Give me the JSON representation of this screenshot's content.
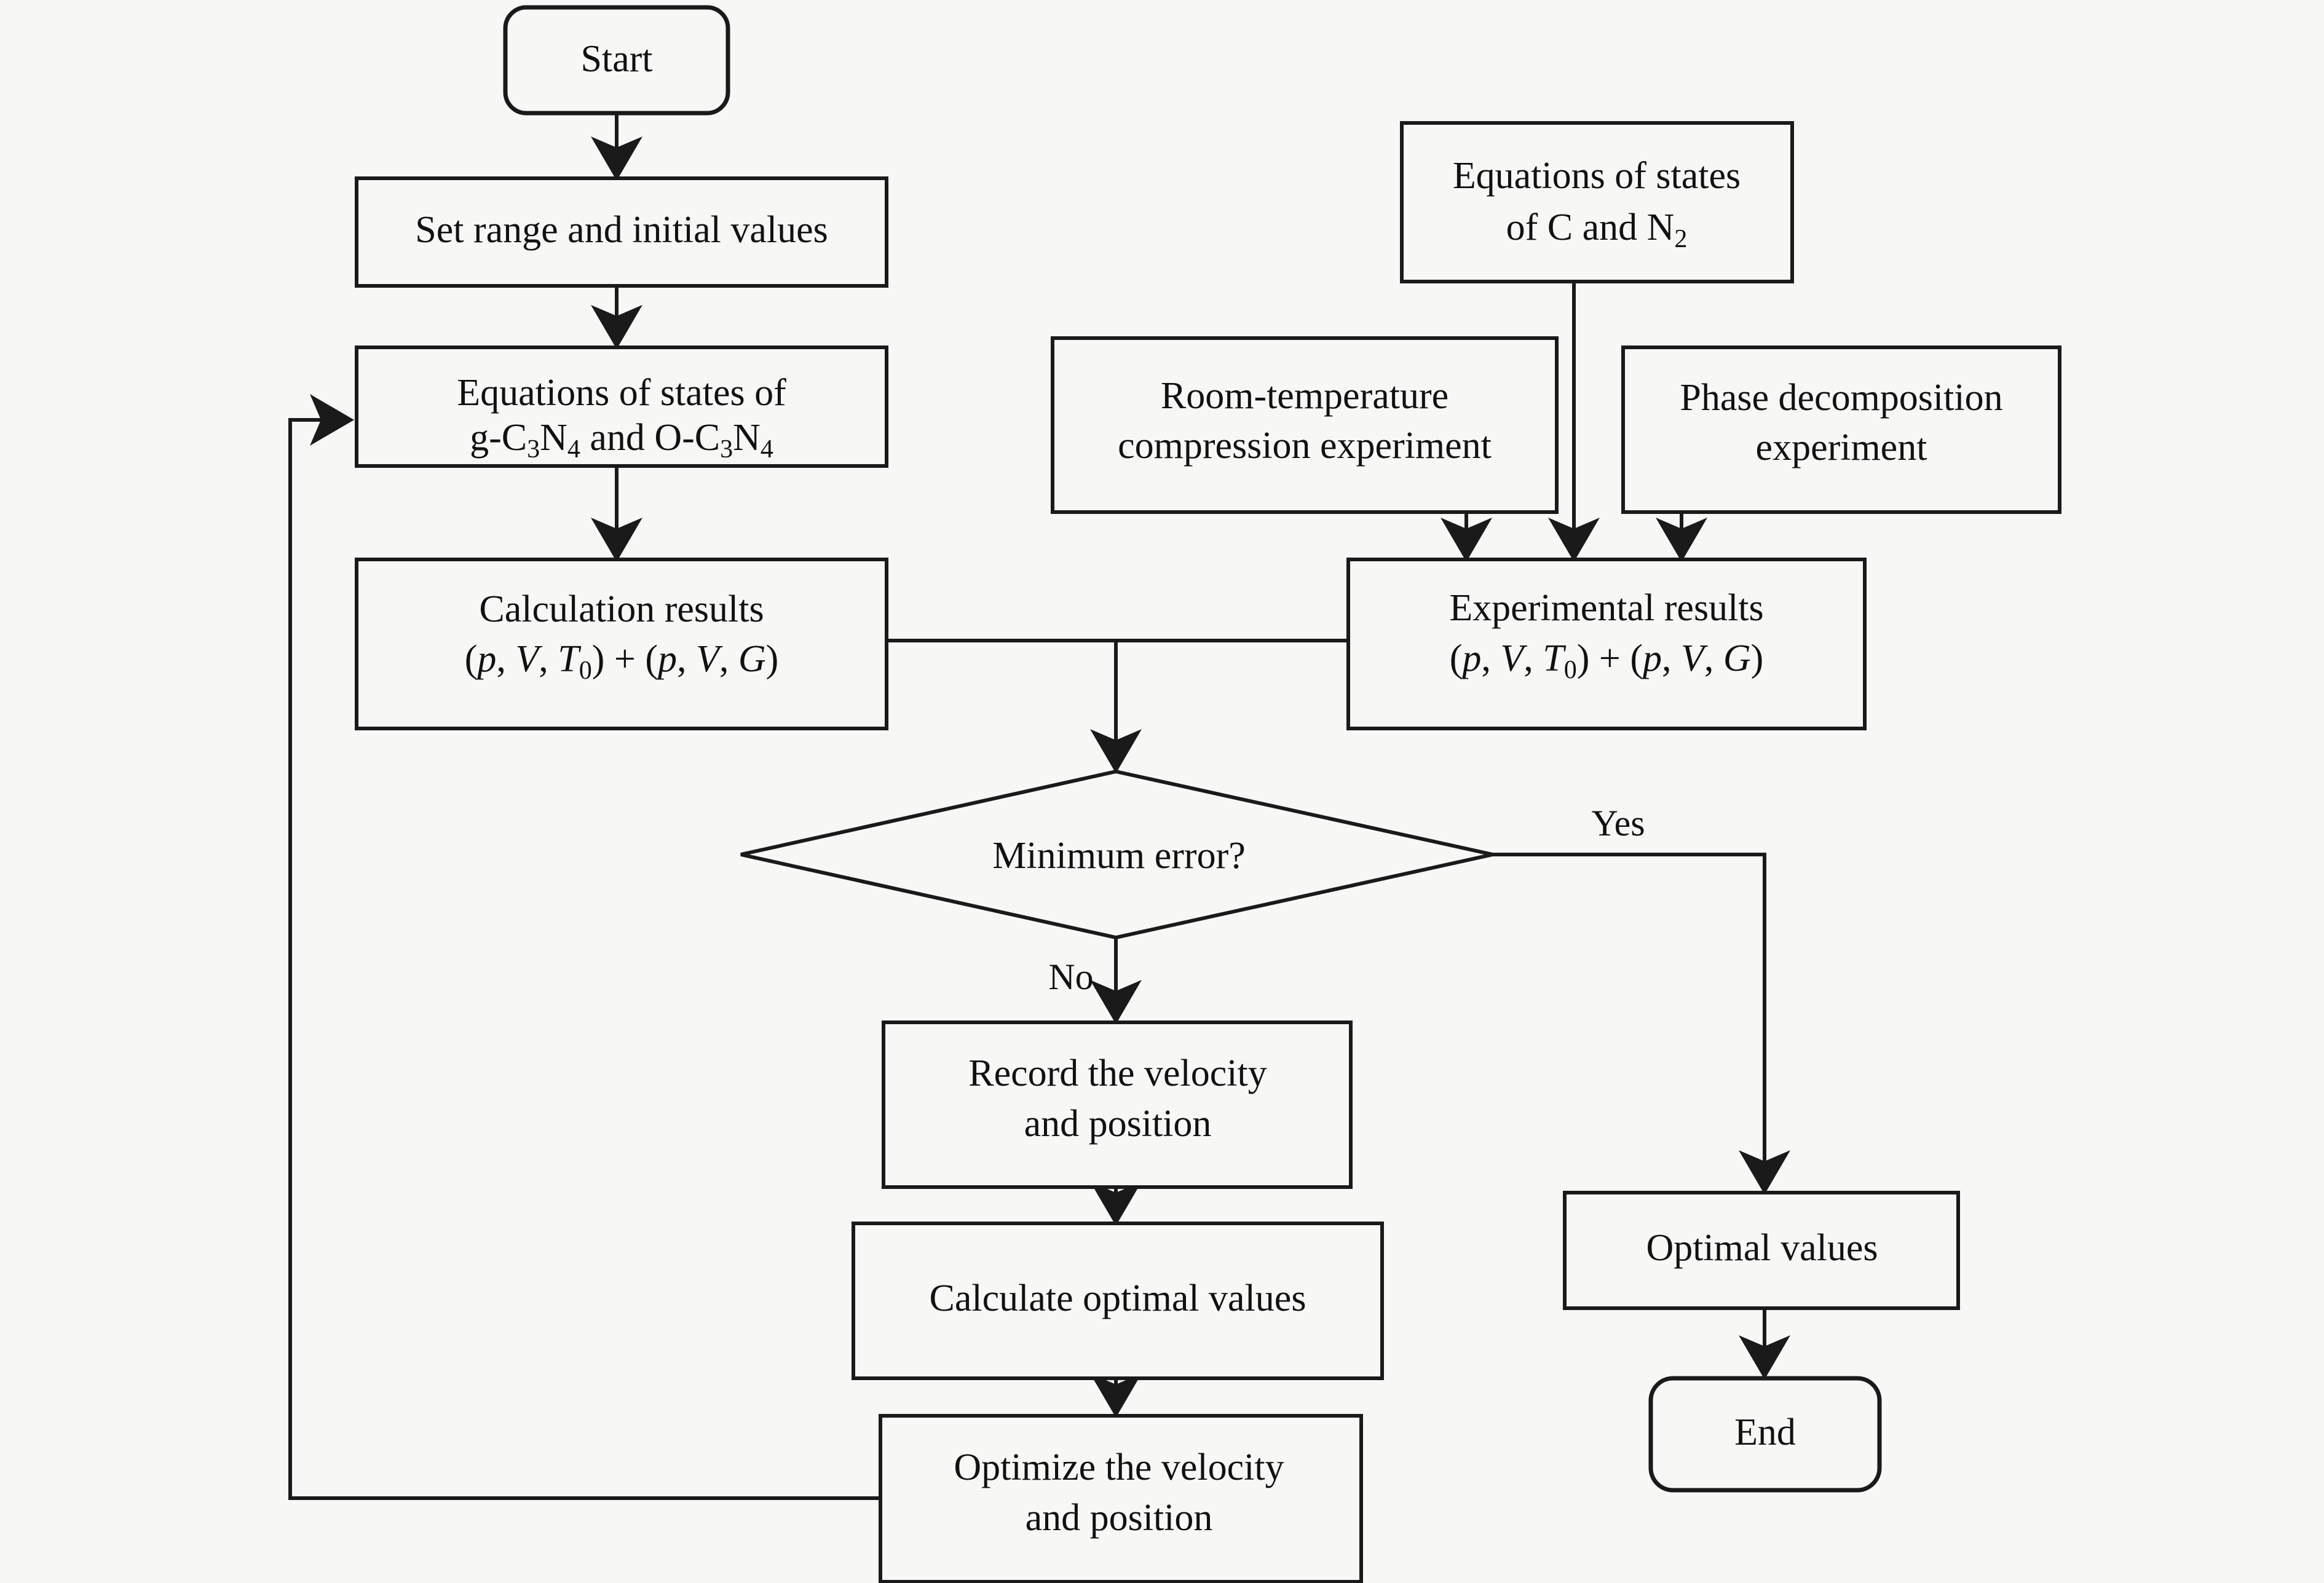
{
  "diagram": {
    "title": "Flowchart of equation-of-state optimization procedure",
    "background_color": "#f7f7f6",
    "line_color": "#1a1a1a",
    "text_color": "#111111",
    "nodes": {
      "start": {
        "label": "Start",
        "shape": "rounded-rect"
      },
      "set_range": {
        "label": "Set range and initial values",
        "shape": "rect"
      },
      "eos_cn": {
        "line1": "Equations of states of",
        "line2_a": "g-C",
        "line2_sub1": "3",
        "line2_b": "N",
        "line2_sub2": "4",
        "line2_c": " and O-C",
        "line2_sub3": "3",
        "line2_d": "N",
        "line2_sub4": "4",
        "shape": "rect"
      },
      "calc_results": {
        "line1": "Calculation results",
        "line2": "(p, V, T0) + (p, V, G)",
        "shape": "rect"
      },
      "eos_c_n2": {
        "line1": "Equations of states",
        "line2_a": "of C and N",
        "line2_sub": "2",
        "shape": "rect"
      },
      "room_temp": {
        "line1": "Room-temperature",
        "line2": "compression experiment",
        "shape": "rect"
      },
      "phase_decomp": {
        "line1": "Phase decomposition",
        "line2": "experiment",
        "shape": "rect"
      },
      "exp_results": {
        "line1": "Experimental results",
        "line2": "(p, V, T0) + (p, V, G)",
        "shape": "rect"
      },
      "decision": {
        "label": "Minimum error?",
        "shape": "diamond"
      },
      "record": {
        "line1": "Record the velocity",
        "line2": "and position",
        "shape": "rect"
      },
      "calc_optimal": {
        "label": "Calculate optimal values",
        "shape": "rect"
      },
      "optimize": {
        "line1": "Optimize the velocity",
        "line2": "and position",
        "shape": "rect"
      },
      "optimal_values": {
        "label": "Optimal values",
        "shape": "rect"
      },
      "end": {
        "label": "End",
        "shape": "rounded-rect"
      }
    },
    "edge_labels": {
      "yes": "Yes",
      "no": "No"
    },
    "formula_tokens": {
      "open": "(",
      "p": "p",
      "comma": ", ",
      "V": "V",
      "T": "T",
      "T_sub": "0",
      "close_plus": ") + (",
      "G": "G",
      "close": ")"
    }
  }
}
